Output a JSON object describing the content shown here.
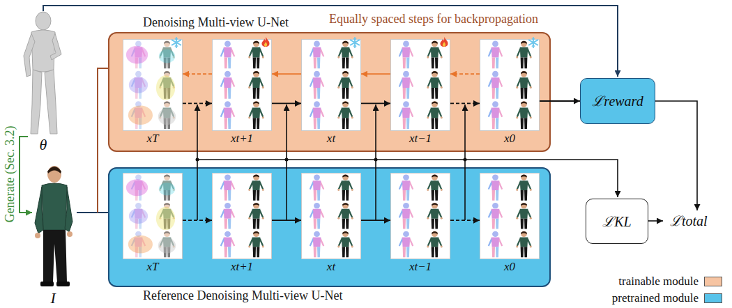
{
  "diagram": {
    "nodes": [
      {
        "text": [
          "Denoising Multi-view U-Net"
        ]
      },
      {
        "text": [
          "xT"
        ],
        "in": 0
      },
      {
        "text": [
          "xt+1"
        ],
        "in": 0
      },
      {
        "text": [
          "xt"
        ],
        "in": 0
      },
      {
        "text": [
          "xt−1"
        ],
        "in": 0
      },
      {
        "text": [
          "x0"
        ],
        "in": 0
      },
      {
        "text": [
          "Reference Denoising Multi-view U-Net"
        ]
      },
      {
        "text": [
          "xT"
        ],
        "in": 6
      },
      {
        "text": [
          "xt+1"
        ],
        "in": 6
      },
      {
        "text": [
          "xt"
        ],
        "in": 6
      },
      {
        "text": [
          "xt−1"
        ],
        "in": 6
      },
      {
        "text": [
          "x0"
        ],
        "in": 6
      },
      {
        "text": [
          "ℒreward"
        ]
      },
      {
        "text": [
          "ℒKL"
        ]
      }
    ],
    "edges": [
      {
        "from": 1,
        "to": 2,
        "arrow": "to"
      },
      {
        "from": 2,
        "to": 1,
        "arrow": "to"
      },
      {
        "from": 2,
        "to": 3,
        "arrow": "to"
      },
      {
        "from": 3,
        "to": 2,
        "arrow": "to"
      },
      {
        "from": 3,
        "to": 4,
        "arrow": "to"
      },
      {
        "from": 4,
        "to": 3,
        "arrow": "to"
      },
      {
        "from": 4,
        "to": 5,
        "arrow": "to"
      },
      {
        "from": 5,
        "to": 4,
        "arrow": "to"
      },
      {
        "from": 7,
        "to": 8,
        "arrow": "to"
      },
      {
        "from": 8,
        "to": 9,
        "arrow": "to"
      },
      {
        "from": 9,
        "to": 10,
        "arrow": "to"
      },
      {
        "from": 10,
        "to": 11,
        "arrow": "to"
      },
      {
        "from": 5,
        "to": 12,
        "arrow": "to"
      }
    ],
    "labels": [
      "Equally spaced steps for backpropagation",
      "θ",
      "Generate (Sec. 3.2)",
      "I",
      "ℒtotal"
    ],
    "legend": [
      {
        "text": "trainable module",
        "color": "#f6c4a2"
      },
      {
        "text": "pretrained module",
        "color": "#58c3ea"
      }
    ]
  }
}
